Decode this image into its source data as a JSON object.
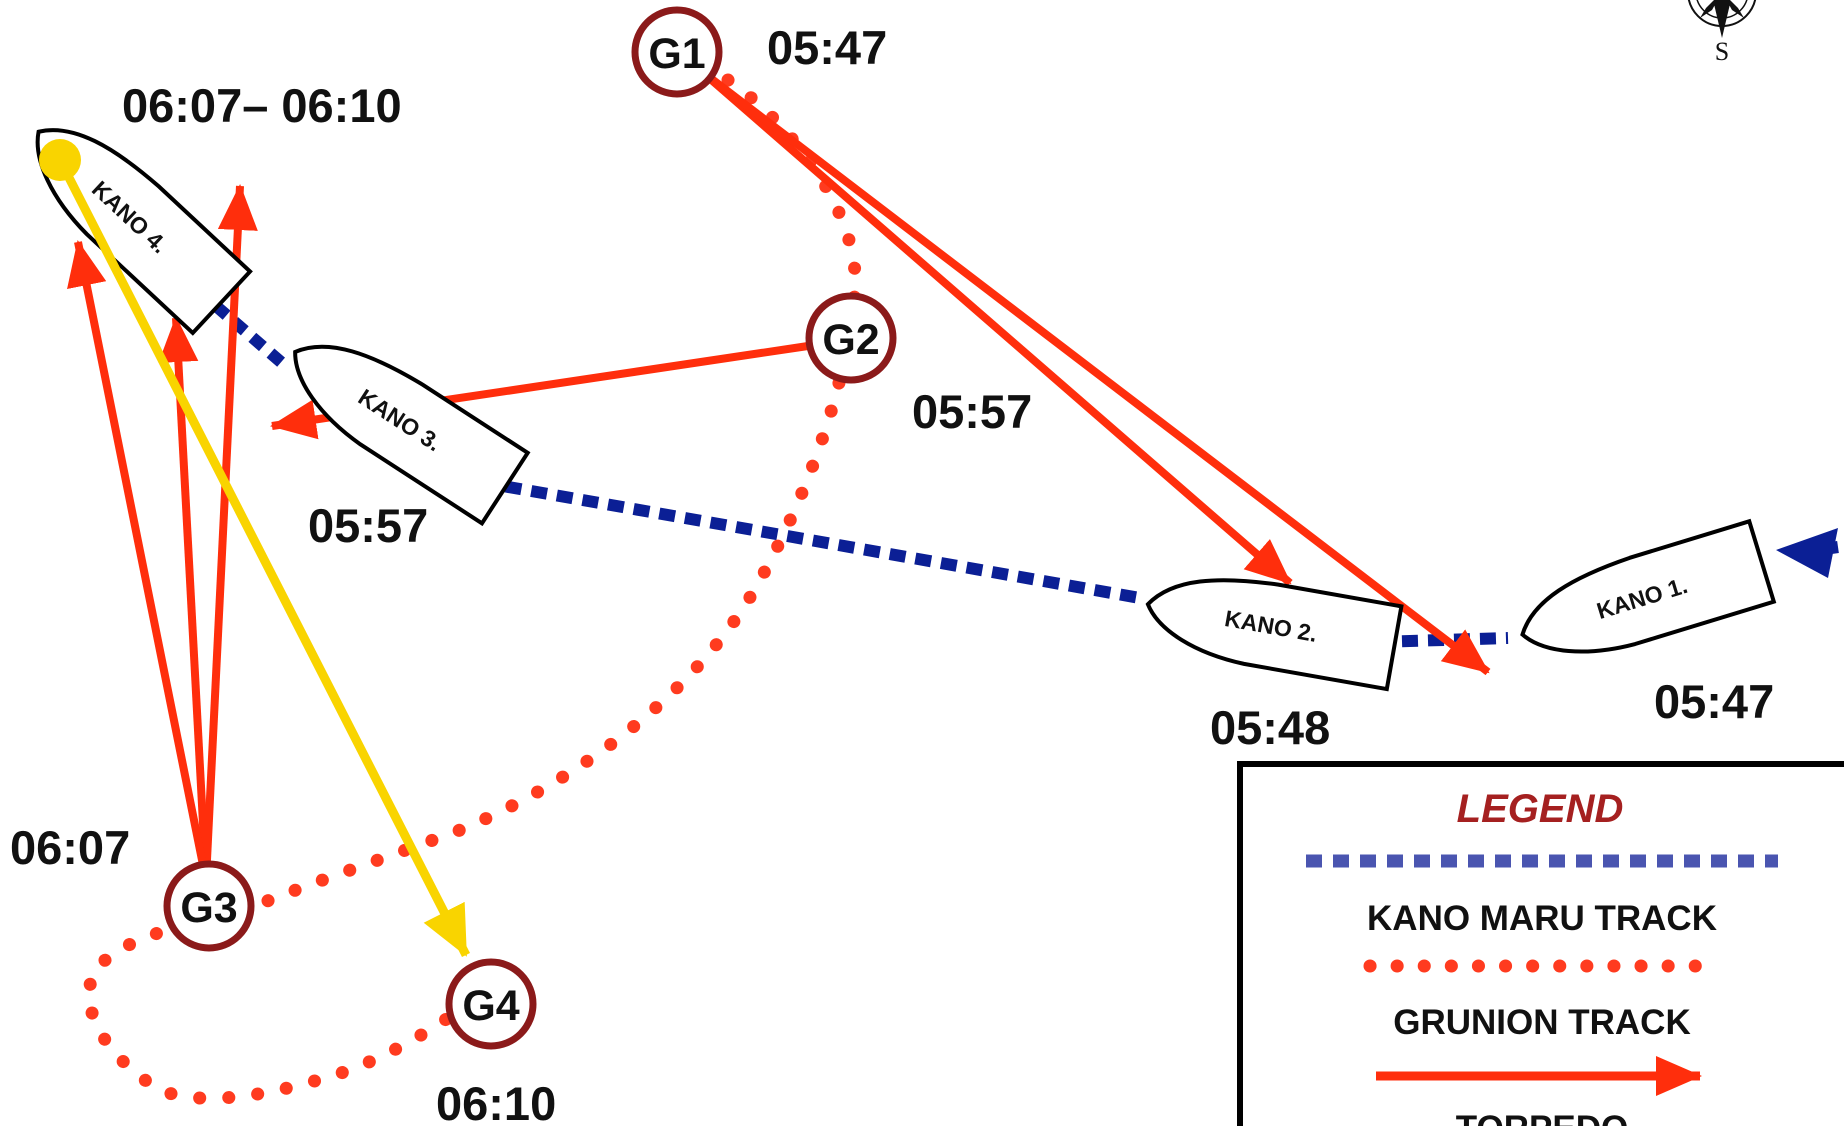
{
  "colors": {
    "kano_track": "#0b1f95",
    "legend_kano_track": "#4a55b0",
    "grunion_track": "#ff3b1f",
    "torpedo": "#ff2e0c",
    "yellow_torpedo": "#f9d400",
    "circle_stroke": "#8b1a1a",
    "legend_title": "#a52020"
  },
  "times": {
    "g1": "05:47",
    "kano4": "06:07– 06:10",
    "g2": "05:57",
    "kano3": "05:57",
    "kano2": "05:48",
    "kano1": "05:47",
    "g3": "06:07",
    "g4": "06:10"
  },
  "positions": {
    "g1": "G1",
    "g2": "G2",
    "g3": "G3",
    "g4": "G4"
  },
  "ships": {
    "kano1": "KANO 1.",
    "kano2": "KANO 2.",
    "kano3": "KANO 3.",
    "kano4": "KANO 4."
  },
  "compass": {
    "south": "S"
  },
  "legend": {
    "title": "LEGEND",
    "kano_maru_track": "KANO MARU TRACK",
    "grunion_track": "GRUNION TRACK",
    "torpedo": "TORPEDO"
  }
}
